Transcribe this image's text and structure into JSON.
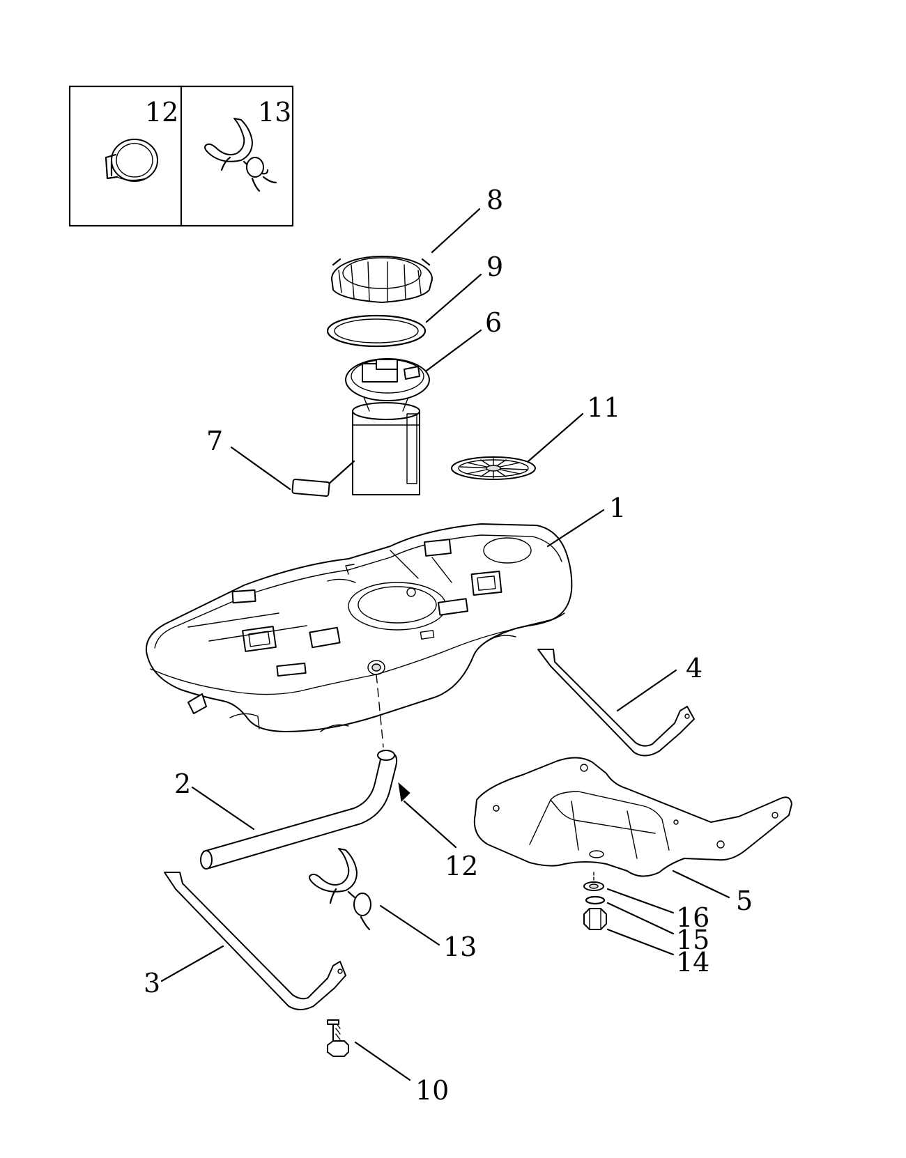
{
  "callouts": [
    {
      "id": "1",
      "text": "1"
    },
    {
      "id": "2",
      "text": "2"
    },
    {
      "id": "3",
      "text": "3"
    },
    {
      "id": "4",
      "text": "4"
    },
    {
      "id": "5",
      "text": "5"
    },
    {
      "id": "6",
      "text": "6"
    },
    {
      "id": "7",
      "text": "7"
    },
    {
      "id": "8",
      "text": "8"
    },
    {
      "id": "9",
      "text": "9"
    },
    {
      "id": "10",
      "text": "10"
    },
    {
      "id": "11",
      "text": "11"
    },
    {
      "id": "12",
      "text": "12"
    },
    {
      "id": "13",
      "text": "13"
    },
    {
      "id": "14",
      "text": "14"
    },
    {
      "id": "15",
      "text": "15"
    },
    {
      "id": "16",
      "text": "16"
    }
  ],
  "inset": {
    "left_label": "12",
    "right_label": "13"
  }
}
